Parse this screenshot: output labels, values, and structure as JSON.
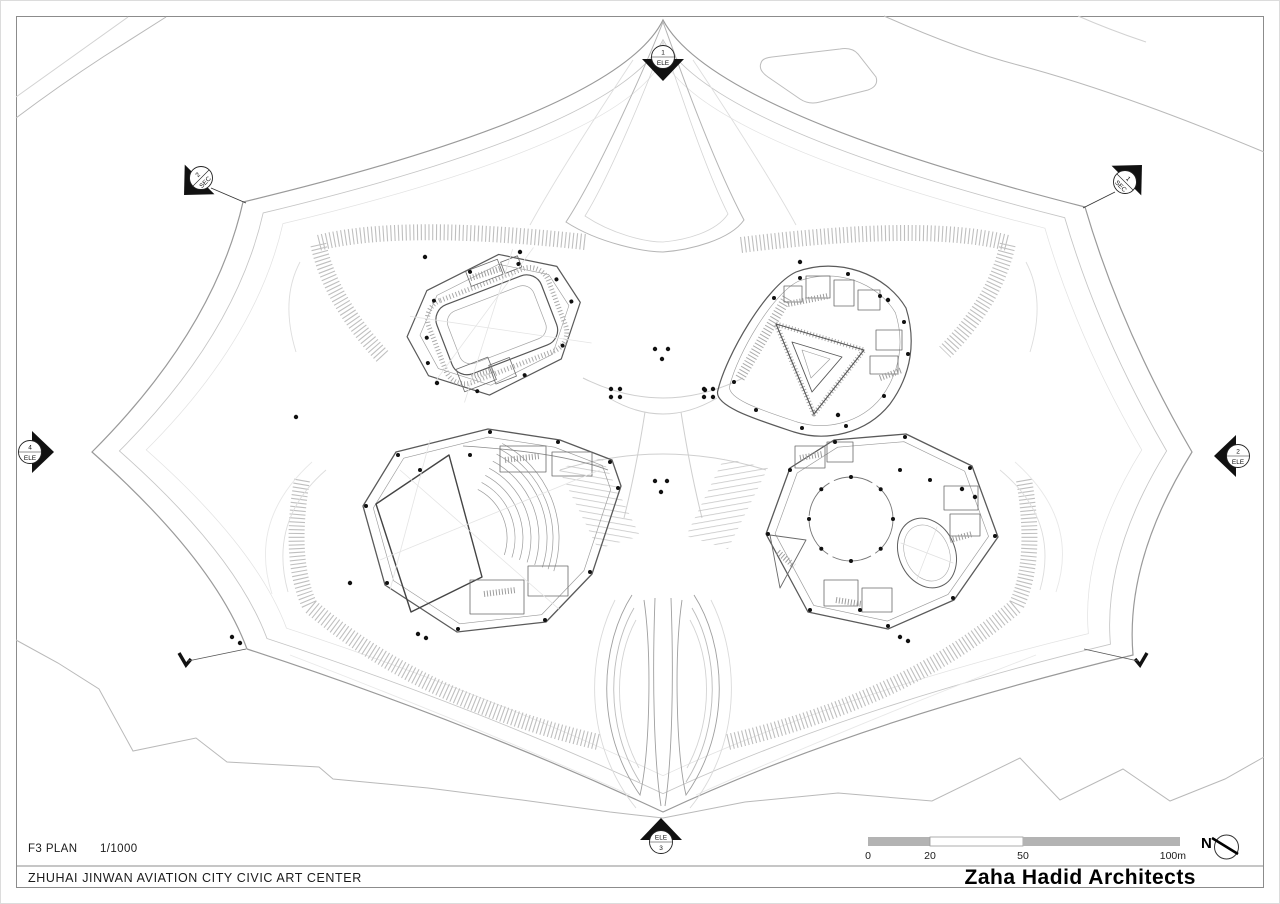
{
  "title_block": {
    "plan_name": "F3 PLAN",
    "plan_scale": "1/1000",
    "project_title": "ZHUHAI JINWAN AVIATION CITY CIVIC ART CENTER",
    "architect": "Zaha Hadid Architects"
  },
  "scale_bar": {
    "labels": [
      "0",
      "20",
      "50",
      "100m"
    ]
  },
  "north_arrow": {
    "label": "N"
  },
  "markers": {
    "top_elevation": {
      "number": "1",
      "type": "ELE"
    },
    "upper_left_section": {
      "number": "2",
      "type": "SEC"
    },
    "upper_right_section": {
      "number": "1",
      "type": "SEC"
    },
    "left_elevation": {
      "number": "4",
      "type": "ELE"
    },
    "right_elevation": {
      "number": "2",
      "type": "ELE"
    },
    "bottom_elevation": {
      "number": "3",
      "type": "ELE"
    }
  },
  "colors": {
    "marker_fill": "#111111",
    "scale_bar_fill": "#b3b3b3",
    "line_dark": "#4a4a4a",
    "line_mid": "#9a9a9a",
    "line_light": "#c9c9c9",
    "paper": "#ffffff"
  }
}
